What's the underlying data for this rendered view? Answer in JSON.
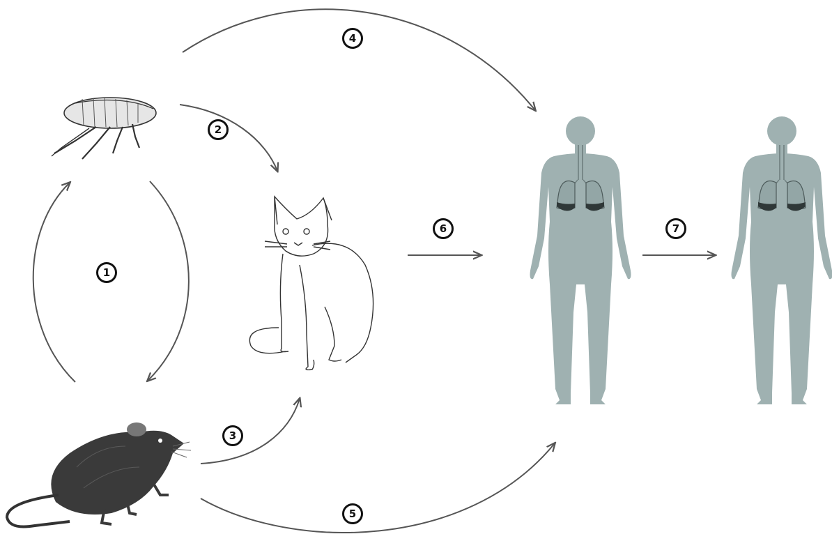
{
  "diagram": {
    "steps": [
      {
        "id": "1",
        "label": "1"
      },
      {
        "id": "2",
        "label": "2"
      },
      {
        "id": "3",
        "label": "3"
      },
      {
        "id": "4",
        "label": "4"
      },
      {
        "id": "5",
        "label": "5"
      },
      {
        "id": "6",
        "label": "6"
      },
      {
        "id": "7",
        "label": "7"
      }
    ],
    "nodes": [
      {
        "id": "flea",
        "icon": "flea-illustration"
      },
      {
        "id": "rat",
        "icon": "rat-illustration"
      },
      {
        "id": "cat",
        "icon": "cat-illustration"
      },
      {
        "id": "human-1",
        "icon": "human-lungs-figure"
      },
      {
        "id": "human-2",
        "icon": "human-lungs-figure"
      }
    ],
    "colors": {
      "arrow": "#555555",
      "human_figure": "#9fb1b1",
      "lungs": "#2f3838",
      "badge": "#111111"
    }
  }
}
